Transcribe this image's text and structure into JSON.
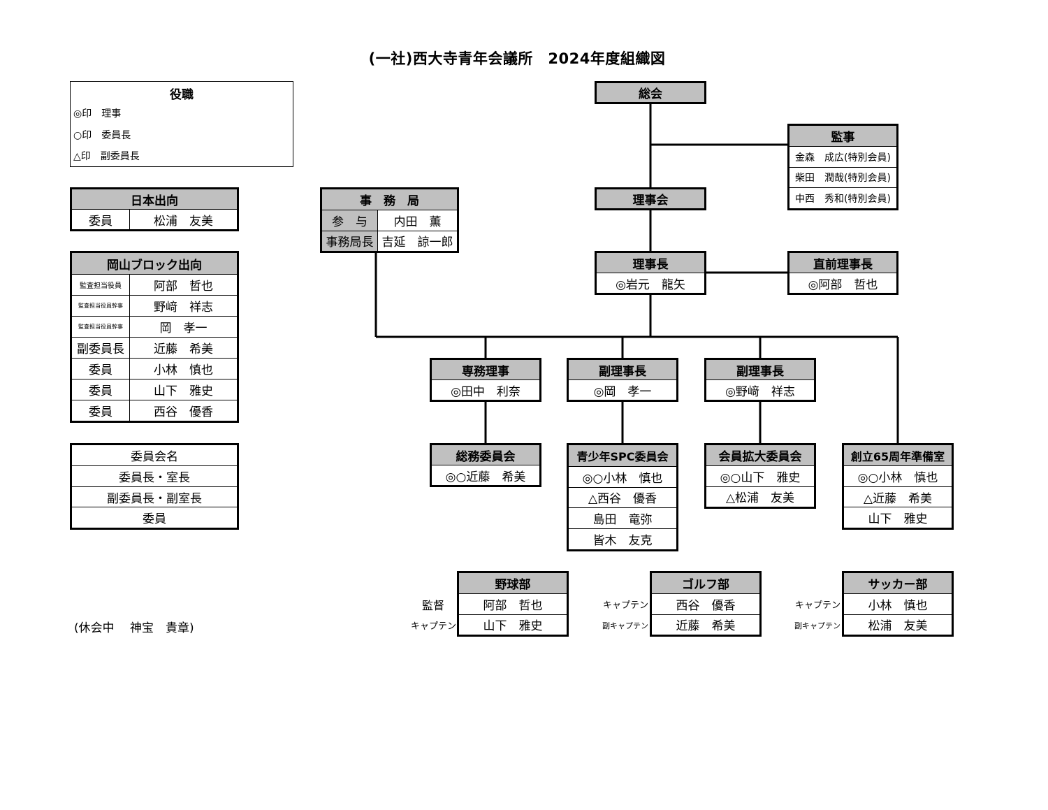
{
  "title": "(一社)西大寺青年会議所　2024年度組織図",
  "legend": {
    "title": "役職",
    "items": [
      "◎印　理事",
      "○印　委員長",
      "△印　副委員長"
    ]
  },
  "japan": {
    "header": "日本出向",
    "rows": [
      {
        "role": "委員",
        "name": "松浦　友美"
      }
    ]
  },
  "okayama": {
    "header": "岡山ブロック出向",
    "rows": [
      {
        "role": "監査担当役員",
        "name": "阿部　哲也"
      },
      {
        "role": "監査担当役員幹事",
        "name": "野﨑　祥志"
      },
      {
        "role": "監査担当役員幹事",
        "name": "岡　孝一"
      },
      {
        "role": "副委員長",
        "name": "近藤　希美"
      },
      {
        "role": "委員",
        "name": "小林　慎也"
      },
      {
        "role": "委員",
        "name": "山下　雅史"
      },
      {
        "role": "委員",
        "name": "西谷　優香"
      }
    ]
  },
  "key": {
    "rows": [
      "委員会名",
      "委員長・室長",
      "副委員長・副室長",
      "委員"
    ]
  },
  "jimukyoku": {
    "header": "事　務　局",
    "rows": [
      {
        "role": "参　与",
        "name": "内田　薫"
      },
      {
        "role": "事務局長",
        "name": "吉延　諒一郎"
      }
    ]
  },
  "soukai": {
    "header": "総会"
  },
  "kanji": {
    "header": "監事",
    "rows": [
      "金森　成広(特別会員)",
      "柴田　潤哉(特別会員)",
      "中西　秀和(特別会員)"
    ]
  },
  "rijikai": {
    "header": "理事会"
  },
  "rijicho": {
    "header": "理事長",
    "name": "◎岩元　龍矢"
  },
  "chokuzen": {
    "header": "直前理事長",
    "name": "◎阿部　哲也"
  },
  "senmu": {
    "header": "専務理事",
    "name": "◎田中　利奈"
  },
  "fuku1": {
    "header": "副理事長",
    "name": "◎岡　孝一"
  },
  "fuku2": {
    "header": "副理事長",
    "name": "◎野﨑　祥志"
  },
  "somu": {
    "header": "総務委員会",
    "members": [
      "◎○近藤　希美"
    ]
  },
  "spc": {
    "header": "青少年SPC委員会",
    "members": [
      "◎○小林　慎也",
      "△西谷　優香",
      "島田　竜弥",
      "皆木　友克"
    ]
  },
  "kakudai": {
    "header": "会員拡大委員会",
    "members": [
      "◎○山下　雅史",
      "△松浦　友美"
    ]
  },
  "souritsu": {
    "header": "創立65周年準備室",
    "members": [
      "◎○小林　慎也",
      "△近藤　希美",
      "山下　雅史"
    ]
  },
  "yakyu": {
    "header": "野球部",
    "rows": [
      {
        "label": "監督",
        "name": "阿部　哲也"
      },
      {
        "label": "キャプテン",
        "name": "山下　雅史"
      }
    ]
  },
  "golf": {
    "header": "ゴルフ部",
    "rows": [
      {
        "label": "キャプテン",
        "name": "西谷　優香"
      },
      {
        "label": "副キャプテン",
        "name": "近藤　希美"
      }
    ]
  },
  "soccer": {
    "header": "サッカー部",
    "rows": [
      {
        "label": "キャプテン",
        "name": "小林　慎也"
      },
      {
        "label": "副キャプテン",
        "name": "松浦　友美"
      }
    ]
  },
  "note": "(休会中　 神宝　貴章)"
}
